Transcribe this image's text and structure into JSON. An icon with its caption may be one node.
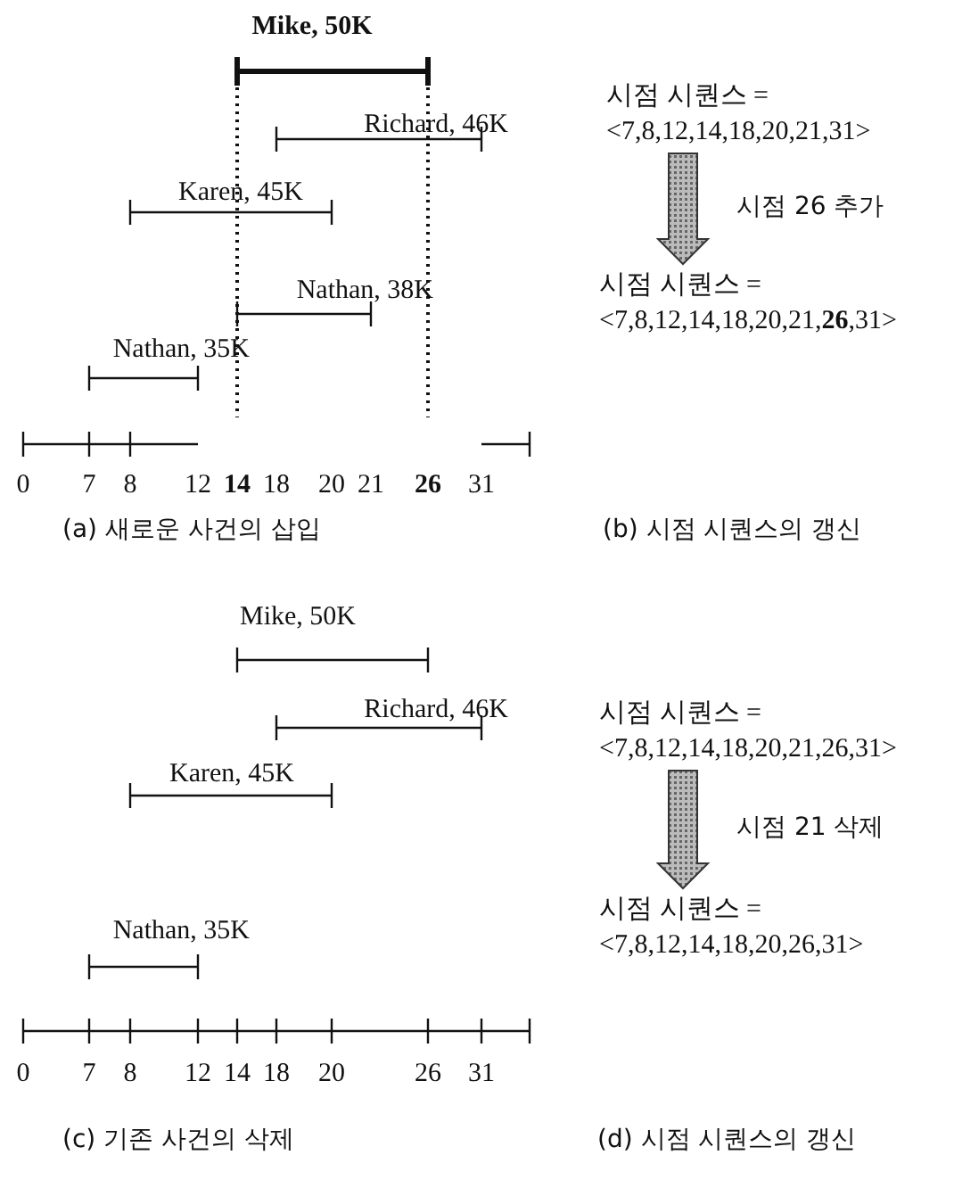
{
  "diagram": {
    "nodes": [
      {
        "text": [
          "시점 시퀀스 = <7,8,12,14,18,20,21,31>"
        ]
      },
      {
        "text": [
          "시점 시퀀스 = <7,8,12,14,18,20,21,**26**,31>"
        ]
      },
      {
        "text": [
          "시점 시퀀스 = <7,8,12,14,18,20,21,26,31>"
        ]
      },
      {
        "text": [
          "시점 시퀀스 = <7,8,12,14,18,20,26,31>"
        ]
      }
    ],
    "edges": [
      {
        "from": 0,
        "to": 1,
        "arrow": "to",
        "label": "시점 26 추가"
      },
      {
        "from": 2,
        "to": 3,
        "arrow": "to",
        "label": "시점 21 삭제"
      }
    ],
    "labels": [
      "Mike, 50K",
      "Richard, 46K",
      "Karen, 45K",
      "Nathan, 38K",
      "Nathan, 35K",
      "0",
      "7",
      "8",
      "12",
      "14",
      "18",
      "20",
      "21",
      "26",
      "31",
      "(a) 새로운 사건의 삽입",
      "(b) 시점 시퀀스의 갱신",
      "Mike, 50K",
      "Richard, 46K",
      "Karen, 45K",
      "Nathan, 35K",
      "0",
      "7",
      "8",
      "12",
      "14",
      "18",
      "20",
      "26",
      "31",
      "(c) 기존 사건의 삭제",
      "(d) 시점 시퀀스의 갱신"
    ]
  }
}
